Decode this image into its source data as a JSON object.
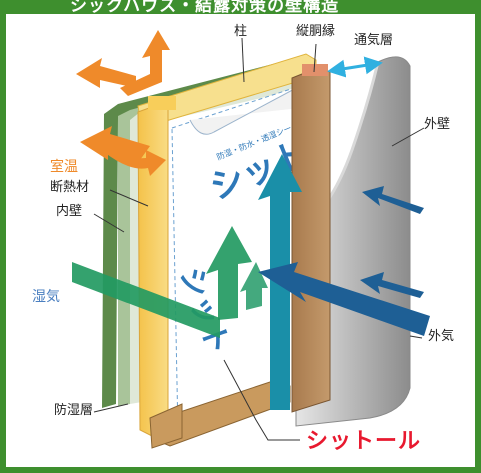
{
  "header": {
    "title": "シックハウス・結露対策の壁構造"
  },
  "labels": {
    "pillar": "柱",
    "furring_strip": "縦胴縁",
    "air_layer": "通気層",
    "exterior_wall": "外壁",
    "room_temp": "室温",
    "insulation": "断熱材",
    "interior_wall": "内壁",
    "humidity": "湿気",
    "outside_air": "外気",
    "vapor_barrier": "防湿層",
    "product": "シットール"
  },
  "sheet": {
    "brand_print": "シット",
    "small_print": "防湿・防水・透湿シート"
  },
  "colors": {
    "frame_green": "#3e8f2e",
    "pillar_yellow": "#f6c84a",
    "orange_arrow": "#ef8a2a",
    "green_arrow": "#239a62",
    "teal_arrow": "#1a8fa8",
    "navy_arrow": "#1e5f95",
    "cyan_arrow": "#30b0e0",
    "product_red": "#e8192f"
  }
}
